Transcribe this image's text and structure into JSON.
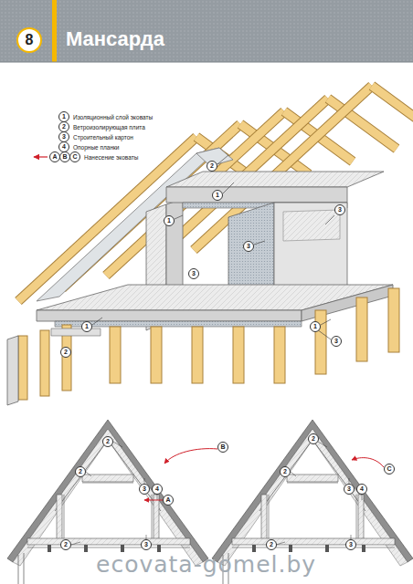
{
  "diagram": {
    "title": "Мансарда",
    "labels": [
      "8",
      "1",
      "2",
      "3",
      "4",
      "A",
      "B",
      "C",
      "2",
      "1",
      "1",
      "3",
      "3",
      "1",
      "2",
      "1",
      "3",
      "3",
      "2",
      "B",
      "2",
      "3",
      "4",
      "A",
      "2",
      "3",
      "2",
      "C",
      "2",
      "3",
      "4",
      "2",
      "3",
      "ecovata-gomel.by"
    ],
    "legend": [
      {
        "text": "Изоляционный слой эковаты"
      },
      {
        "text": "Ветроизолирующая плита"
      },
      {
        "text": "Строительный картон"
      },
      {
        "text": "Опорные планки"
      },
      {
        "text": "Нанесение эковаты"
      }
    ]
  }
}
